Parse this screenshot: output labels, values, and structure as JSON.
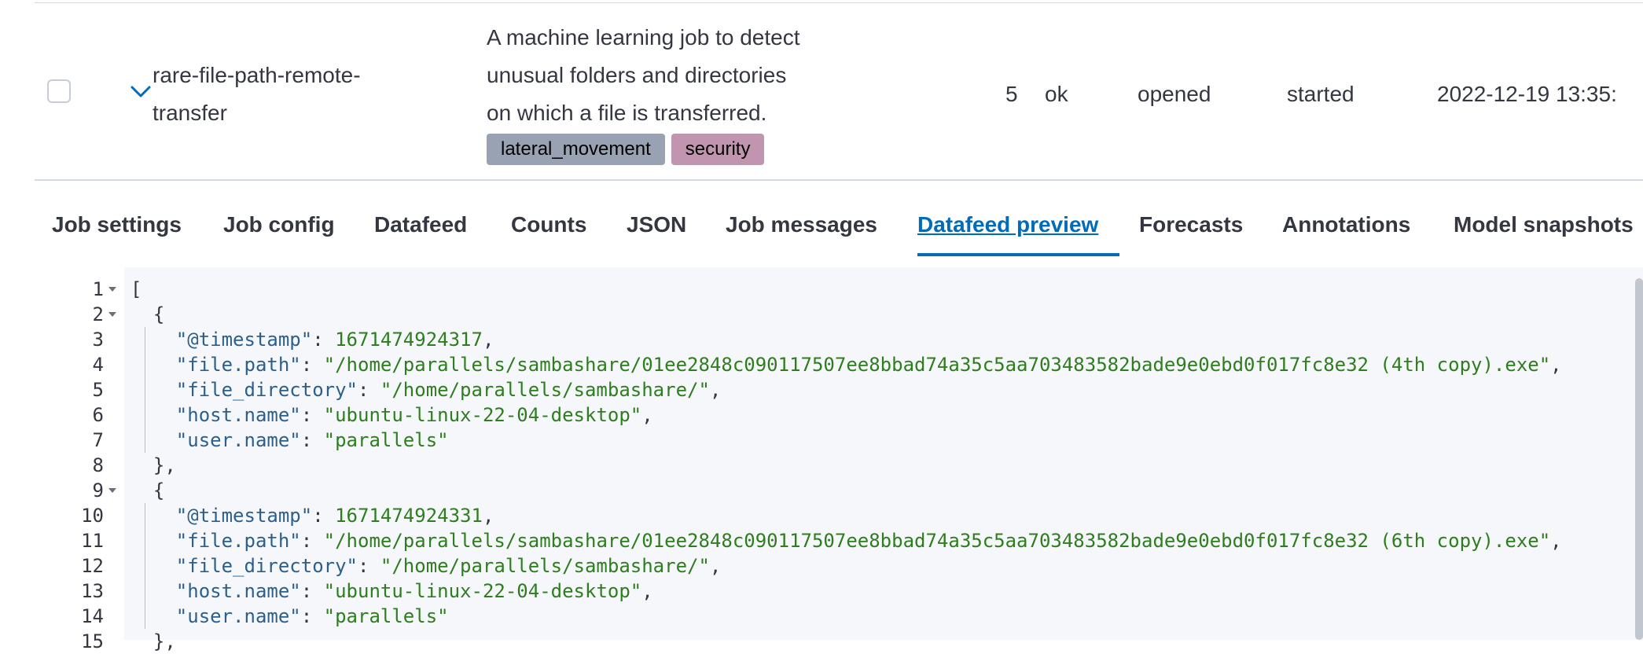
{
  "job": {
    "id": "rare-file-path-remote-transfer",
    "id_lines": [
      "rare-file-path-remote-",
      "transfer"
    ],
    "description_lines": [
      "A machine learning job to detect",
      "unusual folders and directories",
      "on which a file is transferred."
    ],
    "groups": [
      "lateral_movement",
      "security"
    ],
    "record_count": "5",
    "memory_status": "ok",
    "job_state": "opened",
    "datafeed_state": "started",
    "latest_timestamp": "2022-12-19 13:35:"
  },
  "tabs": [
    {
      "label": "Job settings",
      "active": false
    },
    {
      "label": "Job config",
      "active": false
    },
    {
      "label": "Datafeed",
      "active": false
    },
    {
      "label": "Counts",
      "active": false
    },
    {
      "label": "JSON",
      "active": false
    },
    {
      "label": "Job messages",
      "active": false
    },
    {
      "label": "Datafeed preview",
      "active": true
    },
    {
      "label": "Forecasts",
      "active": false
    },
    {
      "label": "Annotations",
      "active": false
    },
    {
      "label": "Model snapshots",
      "active": false
    }
  ],
  "code": {
    "line_numbers": [
      "1",
      "2",
      "3",
      "4",
      "5",
      "6",
      "7",
      "8",
      "9",
      "10",
      "11",
      "12",
      "13",
      "14",
      "15"
    ],
    "lines": [
      "[",
      "  {",
      "    \"@timestamp\": 1671474924317,",
      "    \"file.path\": \"/home/parallels/sambashare/01ee2848c090117507ee8bbad74a35c5aa703483582bade9e0ebd0f017fc8e32 (4th copy).exe\",",
      "    \"file_directory\": \"/home/parallels/sambashare/\",",
      "    \"host.name\": \"ubuntu-linux-22-04-desktop\",",
      "    \"user.name\": \"parallels\"",
      "  },",
      "  {",
      "    \"@timestamp\": 1671474924331,",
      "    \"file.path\": \"/home/parallels/sambashare/01ee2848c090117507ee8bbad74a35c5aa703483582bade9e0ebd0f017fc8e32 (6th copy).exe\",",
      "    \"file_directory\": \"/home/parallels/sambashare/\",",
      "    \"host.name\": \"ubuntu-linux-22-04-desktop\",",
      "    \"user.name\": \"parallels\"",
      "  },"
    ]
  },
  "colors": {
    "accent": "#006bb8",
    "badge_lateral_movement": "#98a2b3",
    "badge_security": "#c195b0",
    "json_key": "#2d5f8a",
    "json_value": "#2e7d1e"
  },
  "icons": {
    "expand": "chevron-down-icon",
    "fold": "caret-down-icon"
  }
}
